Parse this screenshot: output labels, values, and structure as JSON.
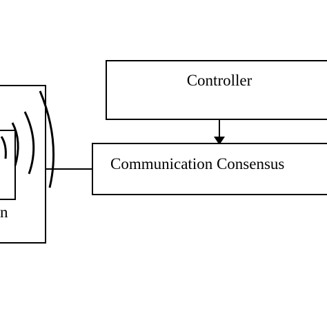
{
  "diagram": {
    "controller_label": "Controller",
    "communication_label": "Communication Consensus",
    "partial_node_label": "n"
  }
}
